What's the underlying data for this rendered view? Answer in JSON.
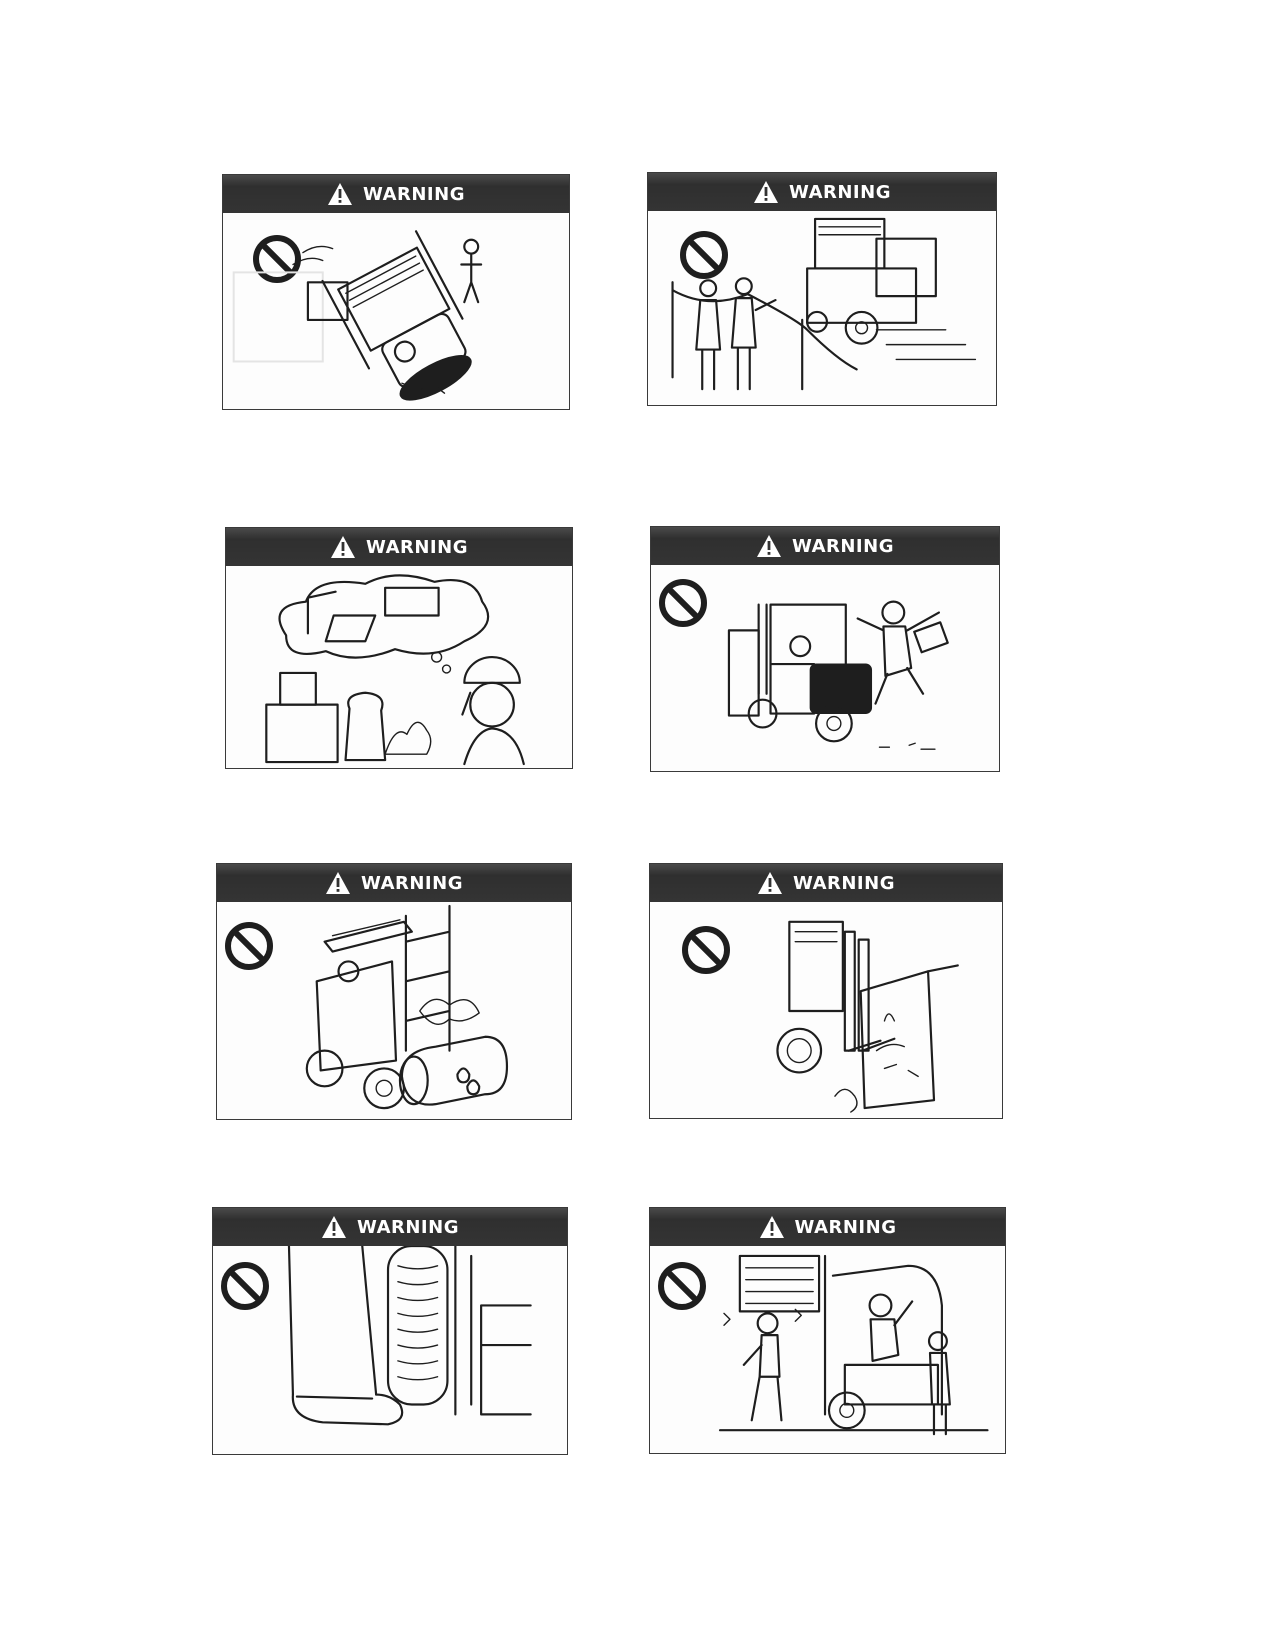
{
  "warning_label": "WARNING",
  "colors": {
    "band": "#333333",
    "ink": "#1e1e1e",
    "paper": "#ffffff"
  },
  "icons": {
    "alert": "warning-triangle-icon",
    "prohibited": "prohibition-icon"
  },
  "cards": [
    {
      "label": "WARNING",
      "prohibited": true,
      "illustration": "forklift-tipping-over"
    },
    {
      "label": "WARNING",
      "prohibited": true,
      "illustration": "people-near-operating-forklift"
    },
    {
      "label": "WARNING",
      "prohibited": false,
      "illustration": "worker-checking-attachments-and-loads"
    },
    {
      "label": "WARNING",
      "prohibited": true,
      "illustration": "forklift-striking-pedestrian"
    },
    {
      "label": "WARNING",
      "prohibited": true,
      "illustration": "forklift-carrying-unstable-drums"
    },
    {
      "label": "WARNING",
      "prohibited": true,
      "illustration": "forks-hitting-load"
    },
    {
      "label": "WARNING",
      "prohibited": true,
      "illustration": "foot-near-wheel"
    },
    {
      "label": "WARNING",
      "prohibited": true,
      "illustration": "person-under-raised-load"
    }
  ]
}
